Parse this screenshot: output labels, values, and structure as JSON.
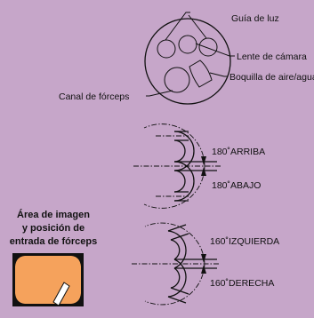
{
  "tip_labels": {
    "light_guide": "Guía de luz",
    "camera_lens": "Lente de cámara",
    "air_water_nozzle": "Boquilla de aire/agua",
    "forceps_channel": "Canal de fórceps"
  },
  "angulation_updown": {
    "up_label": "180˚ARRIBA",
    "down_label": "180˚ABAJO"
  },
  "angulation_leftright": {
    "left_label": "160˚IZQUIERDA",
    "right_label": "160˚DERECHA"
  },
  "image_area": {
    "title_line1": "Área de imagen",
    "title_line2": "y posición de",
    "title_line3": "entrada de fórceps",
    "fill_color": "#f5a25c",
    "frame_color": "#111111"
  },
  "colors": {
    "background": "#c6a6c9",
    "tip_face": "#c6a6c9",
    "line": "#111111"
  }
}
